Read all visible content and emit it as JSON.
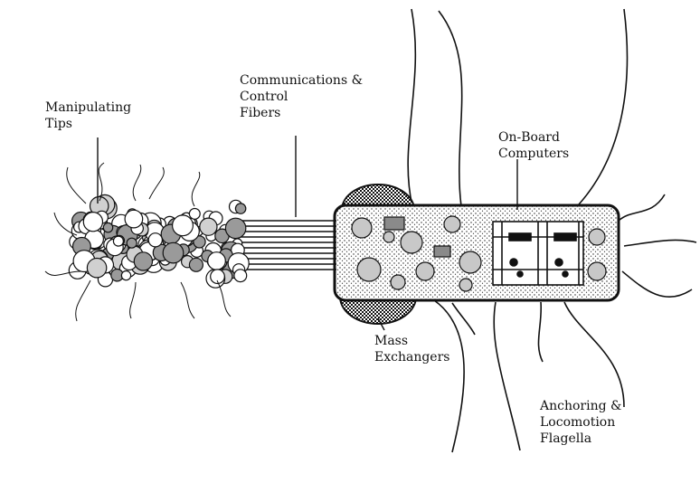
{
  "labels": {
    "manipulating_tips": [
      "Manipulating",
      "Tips"
    ],
    "communications": [
      "Communications &",
      "Control",
      "Fibers"
    ],
    "onboard": [
      "On-Board",
      "Computers"
    ],
    "mass": [
      "Mass",
      "Exchangers"
    ],
    "anchoring": [
      "Anchoring &",
      "Locomotion",
      "Flagella"
    ]
  },
  "colors": {
    "ink": "#111111",
    "paper": "#ffffff",
    "shade": "#bdbdbd"
  }
}
